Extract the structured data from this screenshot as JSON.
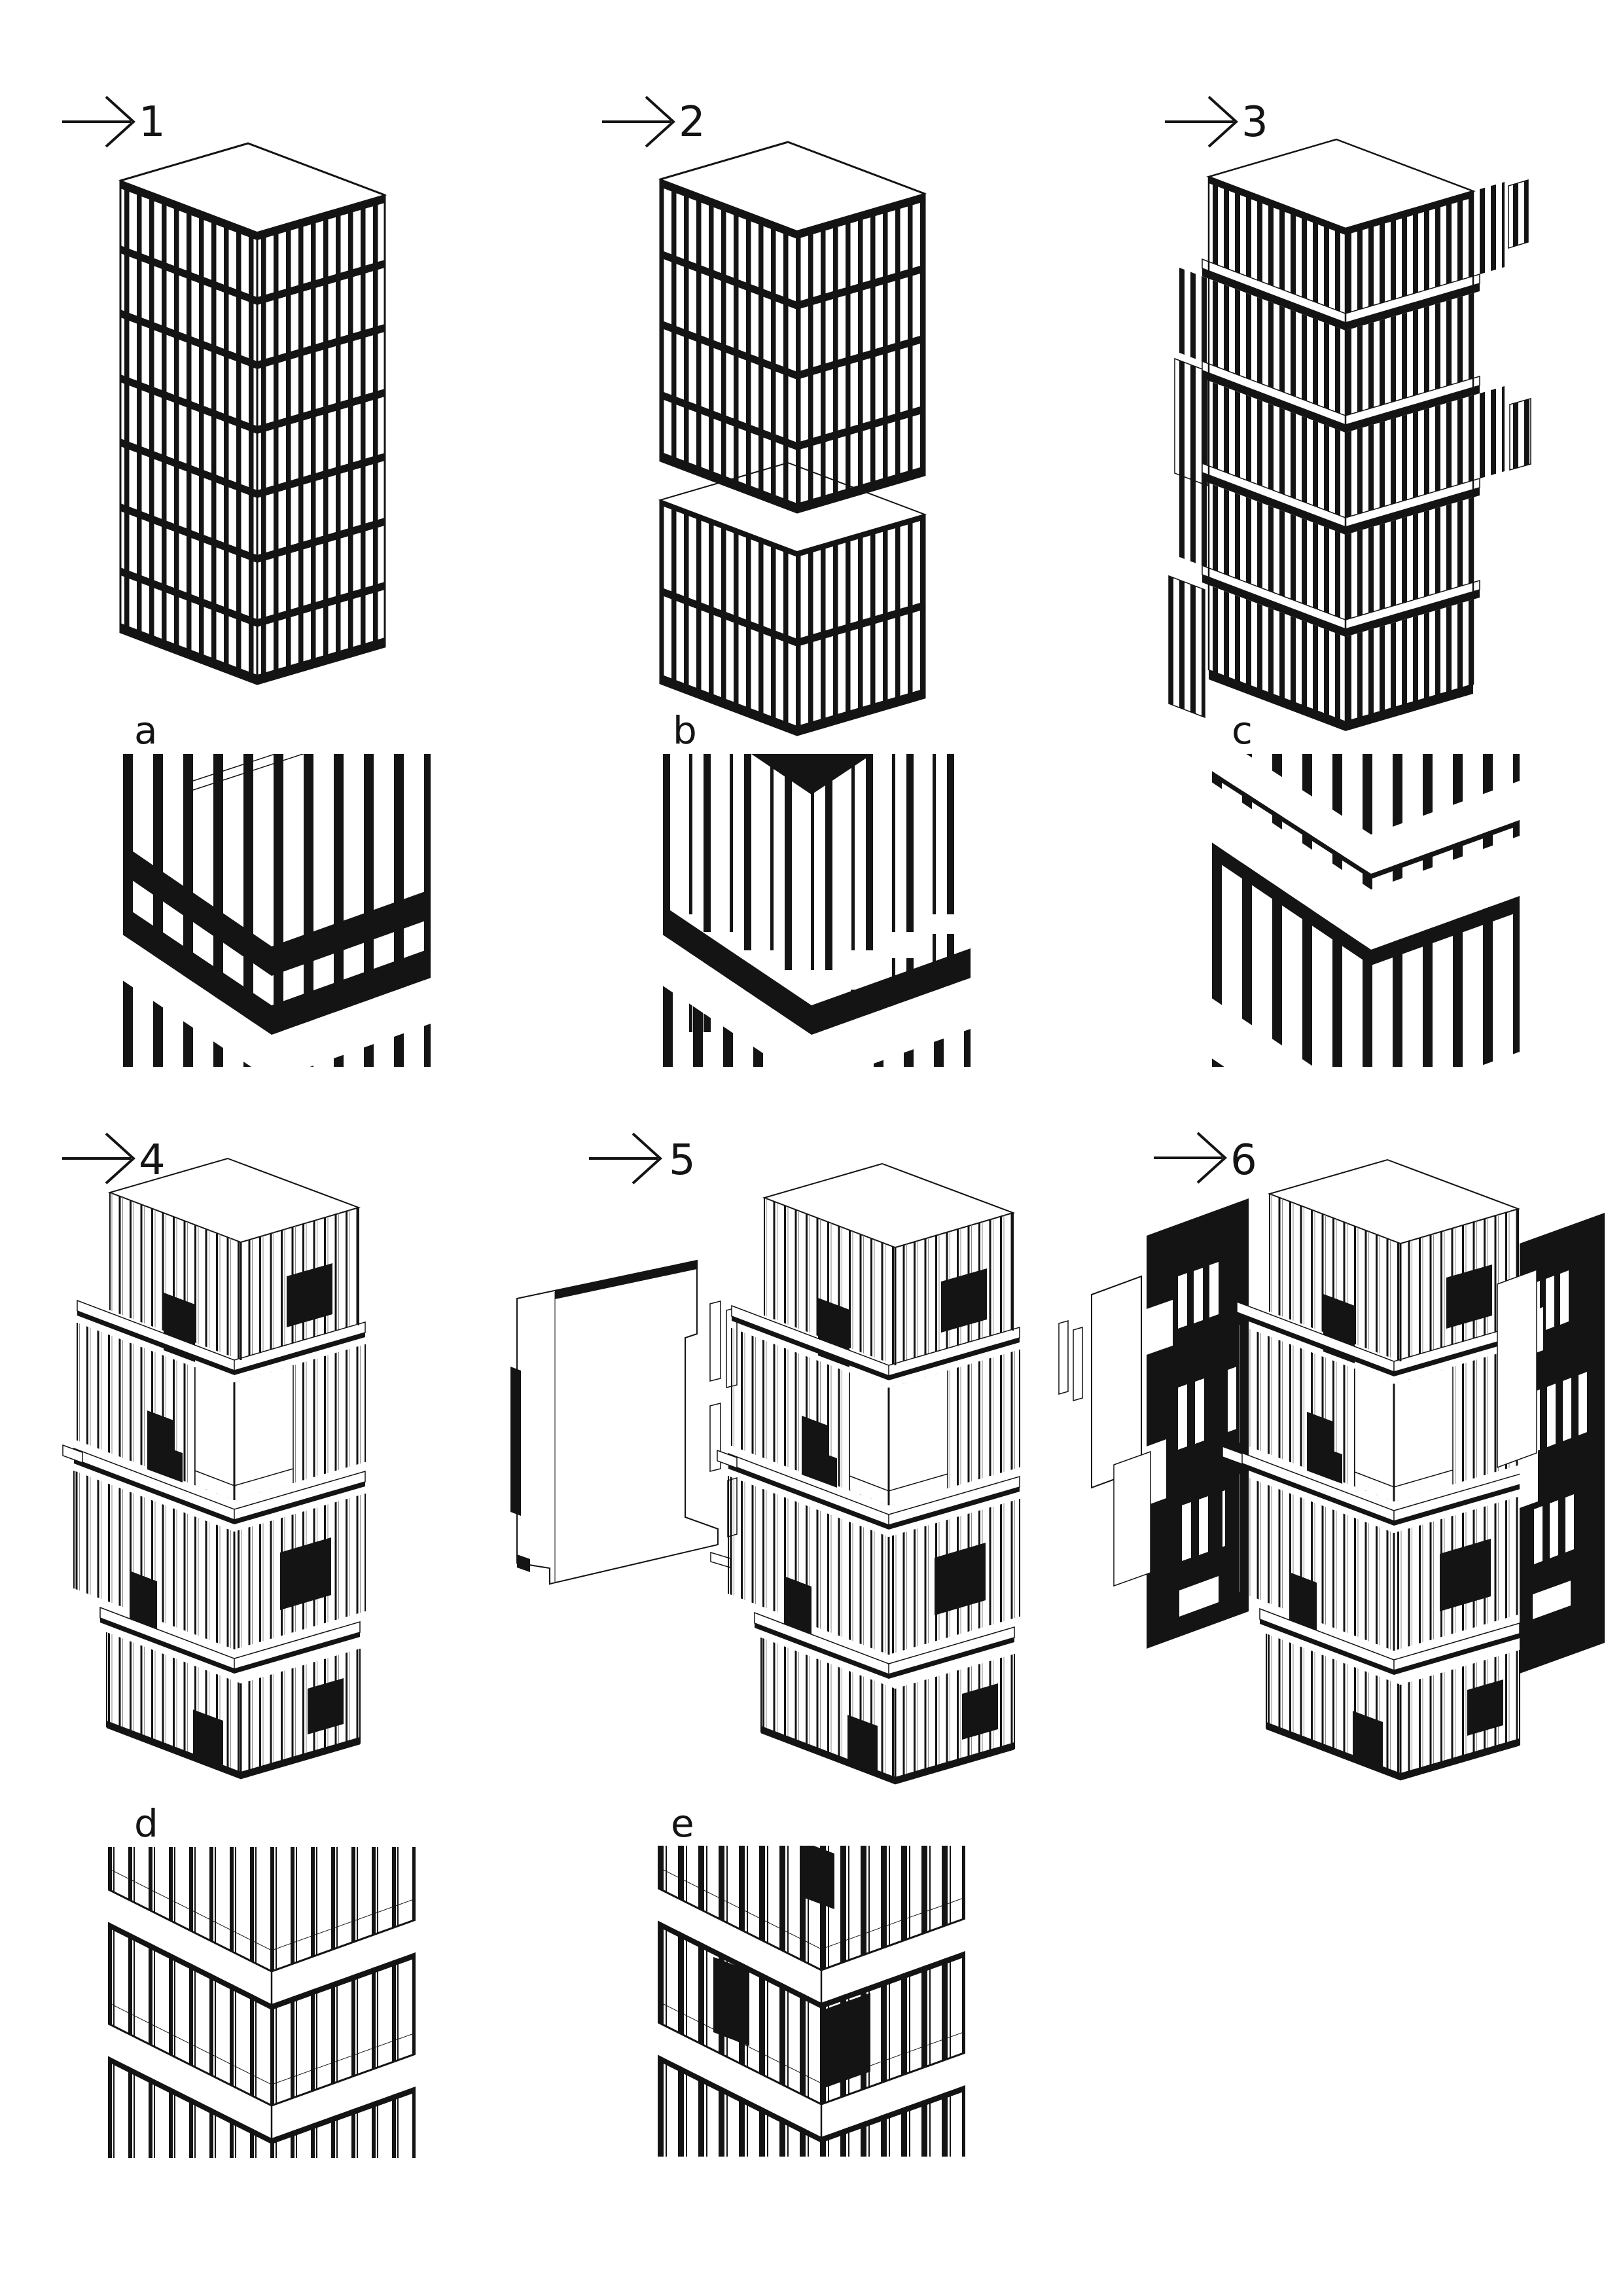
{
  "page": {
    "background": "#ffffff",
    "ink": "#141414"
  },
  "figures": [
    {
      "number": "1"
    },
    {
      "number": "2"
    },
    {
      "number": "3"
    },
    {
      "number": "4"
    },
    {
      "number": "5"
    },
    {
      "number": "6"
    }
  ],
  "details": [
    {
      "letter": "a"
    },
    {
      "letter": "b"
    },
    {
      "letter": "c"
    },
    {
      "letter": "d"
    },
    {
      "letter": "e"
    }
  ]
}
